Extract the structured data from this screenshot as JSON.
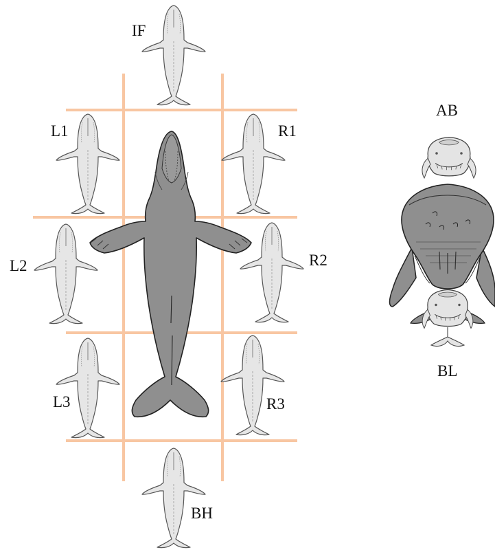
{
  "colors": {
    "grid": "#f8c6a2",
    "calf_fill": "#e6e6e6",
    "calf_stroke": "#555555",
    "adult_fill": "#8f8f8f",
    "adult_stroke": "#222222"
  },
  "labels": {
    "IF": "IF",
    "L1": "L1",
    "R1": "R1",
    "L2": "L2",
    "R2": "R2",
    "L3": "L3",
    "R3": "R3",
    "BH": "BH",
    "AB": "AB",
    "BL": "BL"
  },
  "icons": {
    "adult": "humpback-whale-dorsal-icon",
    "calf": "humpback-calf-dorsal-icon",
    "front_view": "humpback-whale-front-view-icon"
  }
}
